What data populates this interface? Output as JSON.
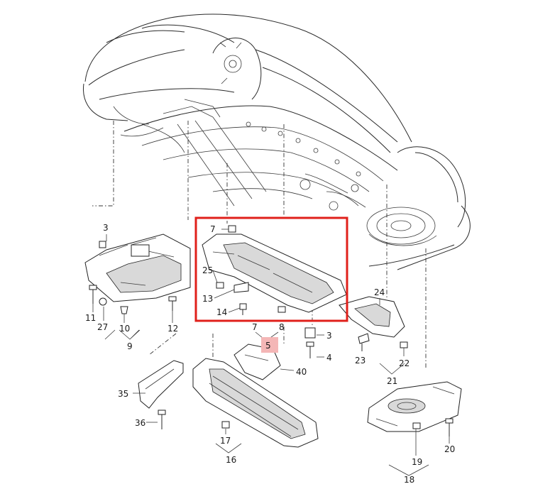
{
  "diagram": {
    "callouts": {
      "c3a": "3",
      "c11": "11",
      "c27": "27",
      "c10": "10",
      "c12": "12",
      "c9": "9",
      "c7a": "7",
      "c25": "25",
      "c13": "13",
      "c14": "14",
      "c7b": "7",
      "c8": "8",
      "c5": "5",
      "c3b": "3",
      "c4": "4",
      "c40": "40",
      "c24": "24",
      "c23": "23",
      "c22": "22",
      "c21": "21",
      "c35": "35",
      "c36": "36",
      "c17": "17",
      "c16": "16",
      "c19": "19",
      "c18": "18",
      "c20": "20"
    },
    "highlight_color": "#e0201b",
    "badge_color": "#f4b6b6"
  }
}
